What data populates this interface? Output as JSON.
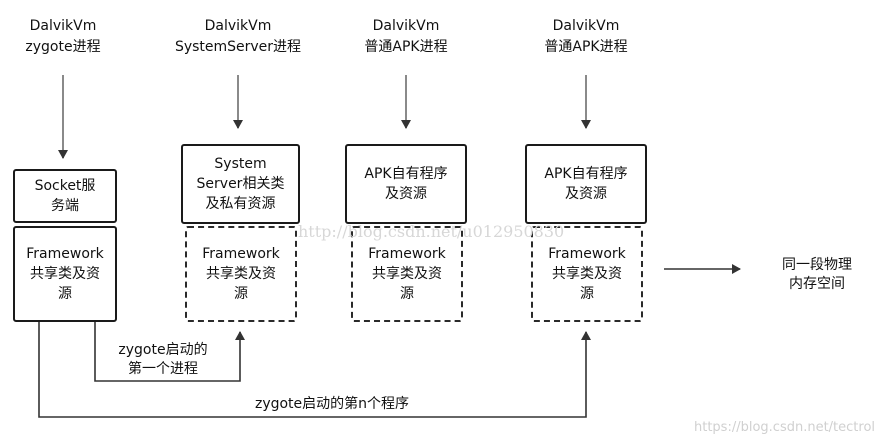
{
  "columns": [
    {
      "title_line1": "DalvikVm",
      "title_line2": "zygote进程",
      "top_box": [
        "Socket服",
        "务端"
      ],
      "framework_box": [
        "Framework",
        "共享类及资",
        "源"
      ],
      "framework_style": "solid"
    },
    {
      "title_line1": "DalvikVm",
      "title_line2": "SystemServer进程",
      "top_box": [
        "System",
        "Server相关类",
        "及私有资源"
      ],
      "framework_box": [
        "Framework",
        "共享类及资",
        "源"
      ],
      "framework_style": "dashed"
    },
    {
      "title_line1": "DalvikVm",
      "title_line2": "普通APK进程",
      "top_box": [
        "APK自有程序",
        "及资源"
      ],
      "framework_box": [
        "Framework",
        "共享类及资",
        "源"
      ],
      "framework_style": "dashed"
    },
    {
      "title_line1": "DalvikVm",
      "title_line2": "普通APK进程",
      "top_box": [
        "APK自有程序",
        "及资源"
      ],
      "framework_box": [
        "Framework",
        "共享类及资",
        "源"
      ],
      "framework_style": "dashed"
    }
  ],
  "shared_memory_label": [
    "同一段物理",
    "内存空间"
  ],
  "arrow_first_process": [
    "zygote启动的",
    "第一个进程"
  ],
  "arrow_nth_program": "zygote启动的第n个程序",
  "watermark_center": "http://blog.csdn.net/u012950830",
  "watermark_corner": "https://blog.csdn.net/tectrol"
}
